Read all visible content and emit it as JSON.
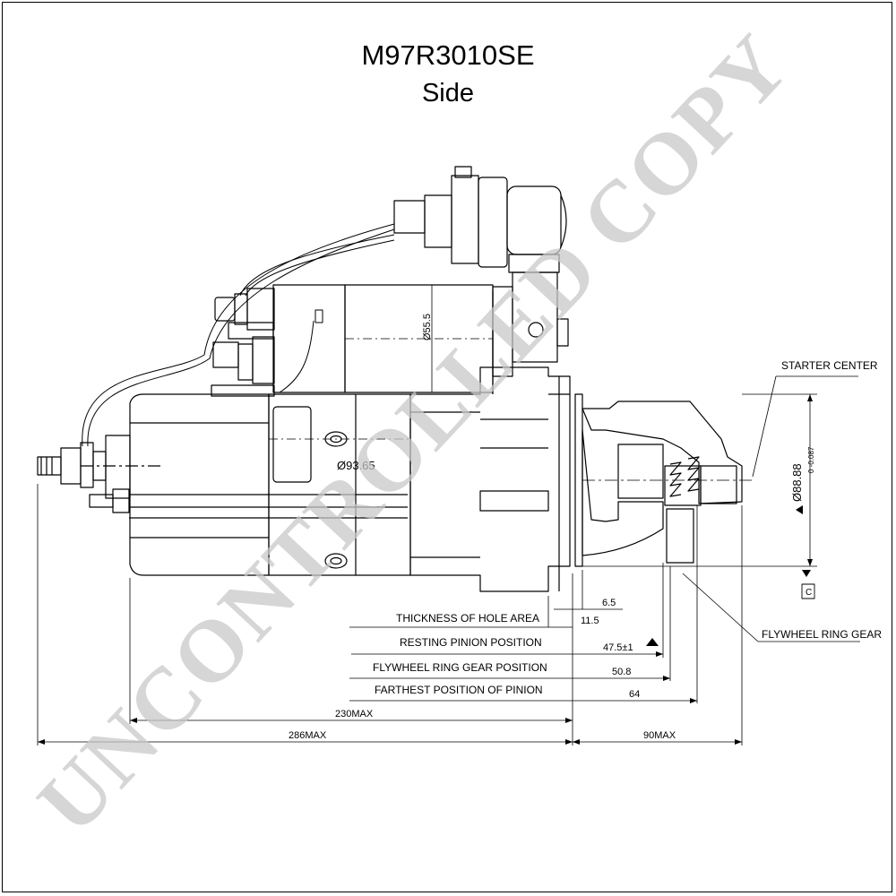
{
  "title": "M97R3010SE",
  "subtitle": "Side",
  "watermark": "UNCONTROLLED COPY",
  "labels": {
    "starter_center": "STARTER CENTER",
    "flywheel_ring_gear": "FLYWHEEL RING GEAR",
    "thickness_of_hole_area": "THICKNESS OF HOLE AREA",
    "resting_pinion_position": "RESTING PINION POSITION",
    "flywheel_ring_gear_position": "FLYWHEEL RING GEAR POSITION",
    "farthest_position_of_pinion": "FARTHEST POSITION OF  PINION",
    "datum": "C"
  },
  "dimensions": {
    "solenoid_dia": "Ø55.5",
    "motor_dia": "Ø93.65",
    "pilot_dia": "Ø88.88",
    "pilot_tol": "0\n-0.087",
    "d_6_5": "6.5",
    "d_11_5": "11.5",
    "d_47_5": "47.5±1",
    "d_50_8": "50.8",
    "d_64": "64",
    "d_230": "230MAX",
    "d_286": "286MAX",
    "d_90": "90MAX"
  }
}
